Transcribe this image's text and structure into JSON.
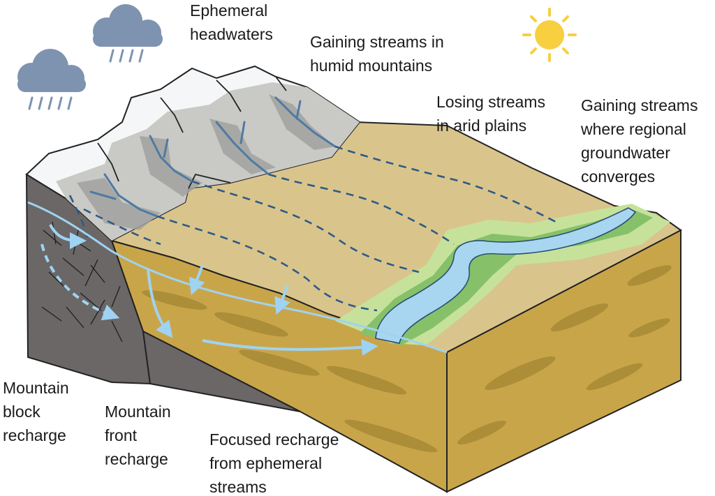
{
  "labels": {
    "ephemeral_headwaters": [
      "Ephemeral",
      "headwaters"
    ],
    "gaining_humid": [
      "Gaining streams in",
      "humid mountains"
    ],
    "losing_arid": [
      "Losing streams",
      "in arid plains"
    ],
    "gaining_regional": [
      "Gaining streams",
      "where regional",
      "groundwater",
      "converges"
    ],
    "mountain_block": [
      "Mountain",
      "block",
      "recharge"
    ],
    "mountain_front": [
      "Mountain",
      "front",
      "recharge"
    ],
    "focused_recharge": [
      "Focused recharge",
      "from ephemeral",
      "streams"
    ]
  },
  "icons": {
    "left_cloud": "rain-cloud-icon",
    "upper_cloud": "rain-cloud-icon",
    "sun": "sun-icon"
  },
  "colors": {
    "snow": "#f4f6f7",
    "mountain_gray": "#c9c9c6",
    "valley_gray": "#9fa09e",
    "plain_tan": "#d9c58c",
    "block_side": "#c9a54a",
    "block_dark": "#a88a35",
    "bedrock": "#6b6767",
    "river": "#a8d6f0",
    "riparian_light": "#c6e29a",
    "riparian_dark": "#86c16a",
    "stream_blue": "#4f7aa3",
    "recharge_arrow": "#9fd3f2",
    "cloud": "#7d93b0",
    "sun": "#f7cf3f"
  }
}
